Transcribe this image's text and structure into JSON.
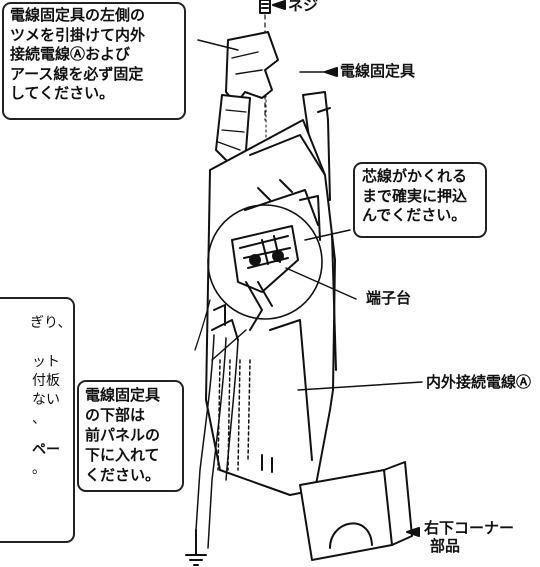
{
  "callouts": {
    "top_left": {
      "lines": [
        "電線固定具の左側の",
        "ツメを引掛けて内外",
        "接続電線Ⓐおよび",
        "アース線を必ず固定",
        "してください。"
      ]
    },
    "right_core": {
      "lines": [
        "芯線がかくれる",
        "まで確実に押込",
        "んでください。"
      ]
    },
    "bottom_fixture": {
      "lines": [
        "電線固定具",
        "の下部は",
        "前パネルの",
        "下に入れて",
        "ください。"
      ]
    },
    "left_partial": {
      "lines": [
        "ぎり、",
        "ット",
        "付板",
        "ない",
        "、",
        "ペー",
        "。"
      ]
    }
  },
  "labels": {
    "screw": "ネジ",
    "fixture": "電線固定具",
    "terminal_block": "端子台",
    "connection_wire": "内外接続電線Ⓐ",
    "corner_part_line1": "右下コーナー",
    "corner_part_line2": "部品"
  }
}
